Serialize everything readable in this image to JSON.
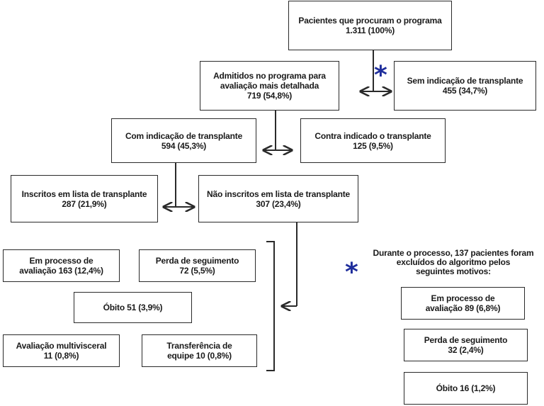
{
  "nodes": {
    "root": {
      "line1": "Pacientes que procuram o programa",
      "line2": "1.311 (100%)"
    },
    "admitted": {
      "line1": "Admitidos no programa para",
      "line2": "avaliação mais detalhada",
      "line3": "719 (54,8%)"
    },
    "no_indication": {
      "line1": "Sem indicação de transplante",
      "line2": "455 (34,7%)"
    },
    "with_indication": {
      "line1": "Com indicação de transplante",
      "line2": "594 (45,3%)"
    },
    "contraindicated": {
      "line1": "Contra indicado o transplante",
      "line2": "125 (9,5%)"
    },
    "listed": {
      "line1": "Inscritos em lista de transplante",
      "line2": "287 (21,9%)"
    },
    "not_listed": {
      "line1": "Não inscritos em lista de transplante",
      "line2": "307 (23,4%)"
    },
    "in_evaluation": {
      "line1": "Em processo de",
      "line2": "avaliação 163 (12,4%)"
    },
    "lost_followup": {
      "line1": "Perda de seguimento",
      "line2": "72 (5,5%)"
    },
    "death": {
      "line1": "Óbito 51 (3,9%)"
    },
    "multivisceral": {
      "line1": "Avaliação multivisceral",
      "line2": "11 (0,8%)"
    },
    "team_transfer": {
      "line1": "Transferência de",
      "line2": "equipe 10 (0,8%)"
    },
    "excl_evaluation": {
      "line1": "Em processo de",
      "line2": "avaliação 89 (6,8%)"
    },
    "excl_lost": {
      "line1": "Perda de seguimento",
      "line2": "32 (2,4%)"
    },
    "excl_death": {
      "line1": "Óbito 16 (1,2%)"
    }
  },
  "footnote": {
    "marker": "*",
    "line1": "Durante o processo, 137 pacientes foram",
    "line2": "excluídos do algoritmo pelos",
    "line3": "seguintes motivos:"
  },
  "colors": {
    "asterisk": "#1f2e9c",
    "stroke": "#2a2a2a"
  }
}
